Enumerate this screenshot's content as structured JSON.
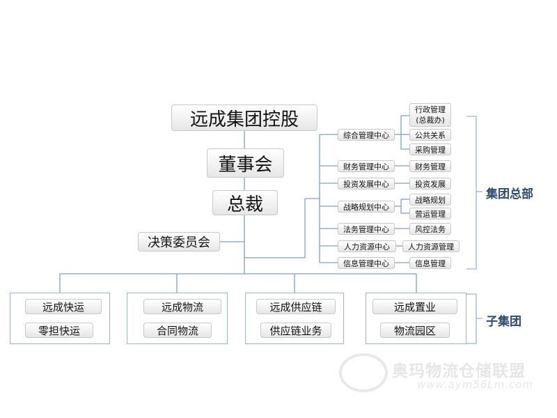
{
  "top": {
    "holding": "远成集团控股",
    "board": "董事会",
    "president": "总裁"
  },
  "committee": "决策委员会",
  "centers": [
    {
      "name": "综合管理中心",
      "depts": [
        "行政管理\n(总裁办)",
        "公共关系",
        "采购管理"
      ]
    },
    {
      "name": "财务管理中心",
      "depts": [
        "财务管理"
      ]
    },
    {
      "name": "投资发展中心",
      "depts": [
        "投资发展"
      ]
    },
    {
      "name": "战略规划中心",
      "depts": [
        "战略规划",
        "营运管理"
      ]
    },
    {
      "name": "法务管理中心",
      "depts": [
        "风控法务"
      ]
    },
    {
      "name": "人力资源中心",
      "depts": [
        "人力资源管理"
      ]
    },
    {
      "name": "信息管理中心",
      "depts": [
        "信息管理"
      ]
    }
  ],
  "subsidiaries": [
    {
      "name": "远成快运",
      "business": "零担快运"
    },
    {
      "name": "远成物流",
      "business": "合同物流"
    },
    {
      "name": "远成供应链",
      "business": "供应链业务"
    },
    {
      "name": "远成置业",
      "business": "物流园区"
    }
  ],
  "group_labels": {
    "hq": "集团总部",
    "sub": "子集团"
  },
  "watermark": {
    "text": "奥玛物流仓储联盟",
    "url": "www.aym56Lm.com"
  },
  "colors": {
    "line": "#7f9fc2",
    "label": "#2f4b6f",
    "bracket": "#9fb3c9"
  }
}
